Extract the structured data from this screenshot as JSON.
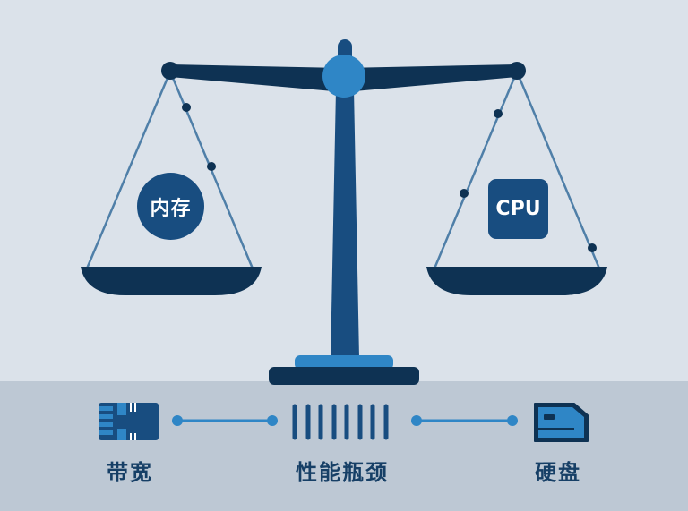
{
  "scale": {
    "left_pan": {
      "label": "内存",
      "shape": "circle"
    },
    "right_pan": {
      "label": "CPU",
      "shape": "rounded-square"
    }
  },
  "bottom_row": {
    "items": [
      {
        "label": "带宽",
        "icon": "memory-chip-icon"
      },
      {
        "label": "性能瓶颈",
        "icon": "vertical-bars-icon"
      },
      {
        "label": "硬盘",
        "icon": "disk-drive-icon"
      }
    ],
    "connectors": 2
  },
  "colors": {
    "background": "#dbe2ea",
    "floor": "#bdc8d4",
    "dark_navy": "#0e3253",
    "mid_blue": "#184d80",
    "accent_blue": "#2f86c6",
    "string_blue": "#4f7fa8"
  }
}
